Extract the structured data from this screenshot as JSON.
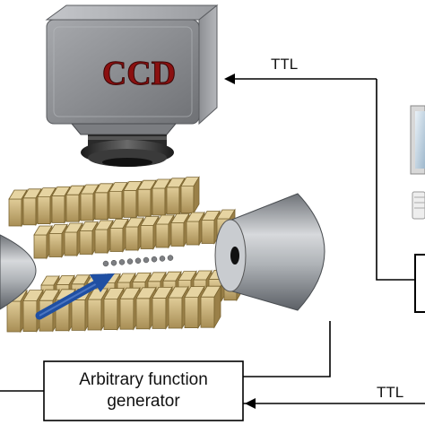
{
  "camera": {
    "label": "CCD"
  },
  "ttl_top": "TTL",
  "ttl_bottom": "TTL",
  "afg": {
    "line1": "Arbitrary function",
    "line2": "generator"
  },
  "colors": {
    "camera_body": "#8a8c90",
    "ccd_text": "#8b1010",
    "electrode_gold": "#c9b079",
    "cone_steel": "#9fa3a8",
    "beam_arrow": "#1f4fa3",
    "wire": "#000000"
  }
}
